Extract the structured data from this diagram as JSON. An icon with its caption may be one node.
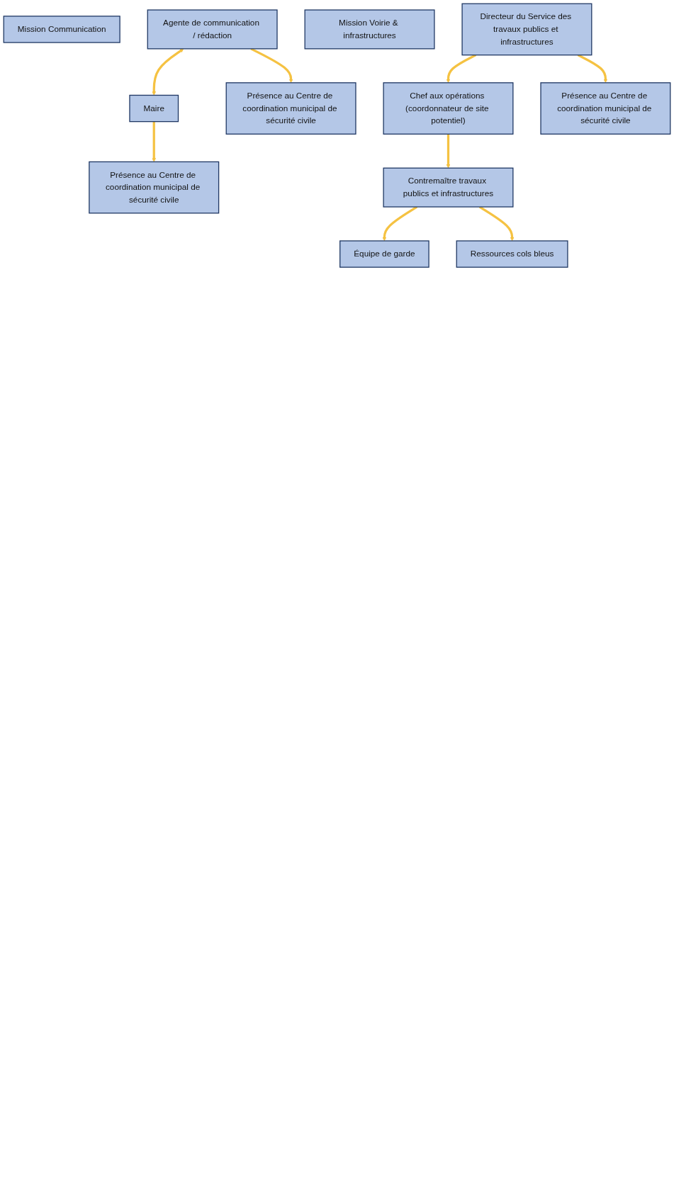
{
  "diagram": {
    "nodes": [
      {
        "text": [
          "Mission Communication"
        ]
      },
      {
        "text": [
          "Agente de communication / rédaction"
        ]
      },
      {
        "text": [
          "Maire"
        ]
      },
      {
        "text": [
          "Présence au Centre de coordination municipal de sécurité civile"
        ]
      },
      {
        "text": [
          "Présence au Centre de coordination municipal de sécurité civile"
        ]
      },
      {
        "text": [
          "Mission Voirie & infrastructures"
        ]
      },
      {
        "text": [
          "Directeur du Service des travaux publics et infrastructures"
        ]
      },
      {
        "text": [
          "Chef aux opérations (coordonnateur de site potentiel)"
        ]
      },
      {
        "text": [
          "Présence au Centre de coordination municipal de sécurité civile"
        ]
      },
      {
        "text": [
          "Contremaître travaux publics et infrastructures"
        ]
      },
      {
        "text": [
          "Équipe de garde"
        ]
      },
      {
        "text": [
          "Ressources cols bleus"
        ]
      }
    ],
    "edges": [
      {
        "from": 1,
        "to": 2,
        "arrow": "both"
      },
      {
        "from": 1,
        "to": 3,
        "arrow": "to"
      },
      {
        "from": 2,
        "to": 4,
        "arrow": "to"
      },
      {
        "from": 6,
        "to": 7,
        "arrow": "to"
      },
      {
        "from": 6,
        "to": 8,
        "arrow": "to"
      },
      {
        "from": 7,
        "to": 9,
        "arrow": "to"
      },
      {
        "from": 9,
        "to": 10,
        "arrow": "to"
      },
      {
        "from": 9,
        "to": 11,
        "arrow": "to"
      }
    ]
  }
}
